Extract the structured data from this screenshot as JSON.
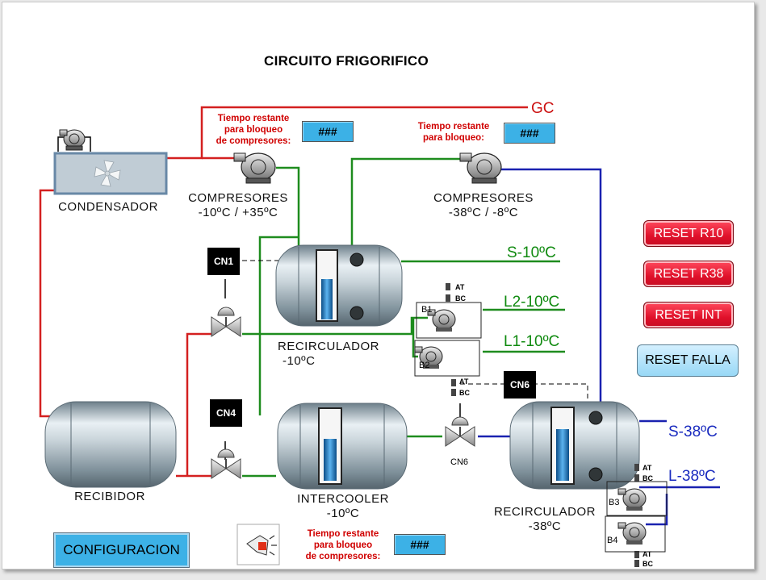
{
  "title": "CIRCUITO FRIGORIFICO",
  "colors": {
    "hot_line": "#d42020",
    "green_line": "#1e8c1e",
    "blue_line": "#1a22b0",
    "display_bg": "#3cb1e6",
    "reset_red": "#e0102a",
    "reset_blue": "#a8dcf6"
  },
  "equipment": {
    "condenser": {
      "label": "CONDENSADOR",
      "icon": "fan-icon"
    },
    "compressors_r10": {
      "label": "COMPRESORES",
      "range": "-10ºC / +35ºC"
    },
    "compressors_r38": {
      "label": "COMPRESORES",
      "range": "-38ºC / -8ºC"
    },
    "recirc_10": {
      "label": "RECIRCULADOR",
      "temp": "-10ºC"
    },
    "intercooler": {
      "label": "INTERCOOLER",
      "temp": "-10ºC"
    },
    "recirc_38": {
      "label": "RECIRCULADOR",
      "temp": "-38ºC"
    },
    "receiver": {
      "label": "RECIBIDOR"
    }
  },
  "timers": {
    "t1": {
      "note_lines": [
        "Tiempo restante",
        "para bloqueo",
        "de compresores:"
      ],
      "value": "###"
    },
    "t2": {
      "note_lines": [
        "Tiempo restante",
        "para bloqueo:"
      ],
      "value": "###"
    },
    "t3": {
      "note_lines": [
        "Tiempo restante",
        "para bloqueo",
        "de compresores:"
      ],
      "value": "###"
    }
  },
  "line_labels": {
    "gc": "GC",
    "s10": "S-10ºC",
    "l2_10": "L2-10ºC",
    "l1_10": "L1-10ºC",
    "s38": "S-38ºC",
    "l38": "L-38ºC"
  },
  "controls": {
    "cn1": "CN1",
    "cn4": "CN4",
    "cn6": "CN6",
    "cn6_valve": "CN6"
  },
  "pumps": {
    "b1": "B1",
    "b2": "B2",
    "b3": "B3",
    "b4": "B4",
    "at": "AT",
    "bc": "BC"
  },
  "buttons": {
    "reset_r10": "RESET R10",
    "reset_r38": "RESET R38",
    "reset_int": "RESET INT",
    "reset_falla": "RESET FALLA",
    "configuracion": "CONFIGURACION"
  }
}
